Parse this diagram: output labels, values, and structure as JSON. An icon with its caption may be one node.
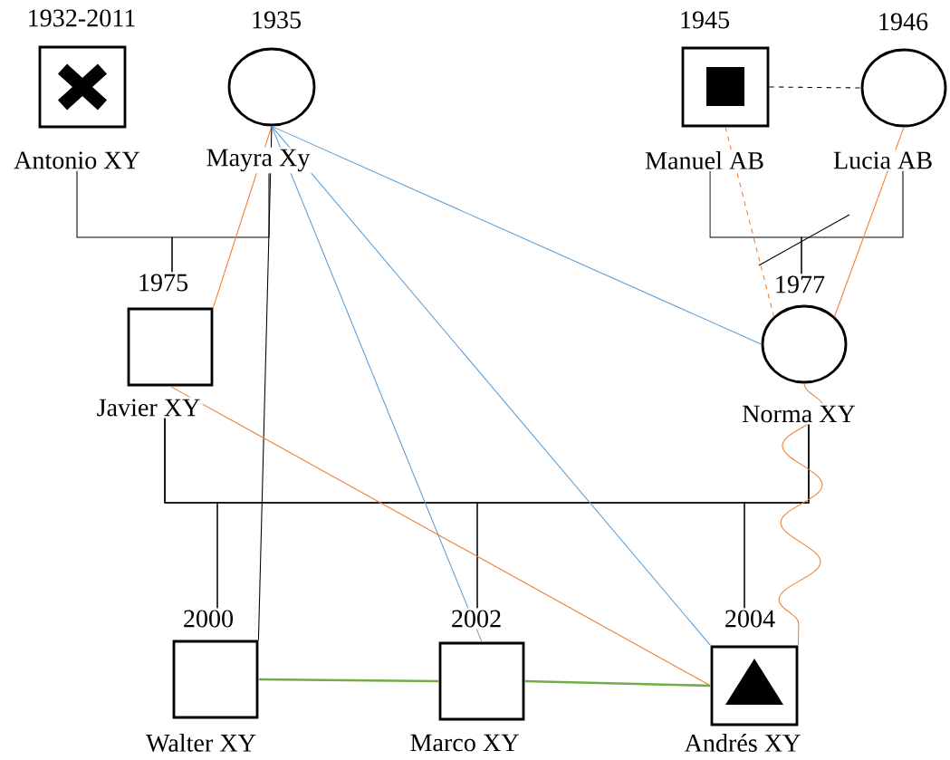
{
  "diagram": {
    "nodes": [
      {
        "text": [
          "1932-2011",
          "Antonio XY"
        ]
      },
      {
        "text": [
          "1935",
          "Mayra Xy"
        ]
      },
      {
        "text": [
          "1945",
          "Manuel AB"
        ]
      },
      {
        "text": [
          "1946",
          "Lucia AB"
        ]
      },
      {
        "text": [
          "1975",
          "Javier XY"
        ]
      },
      {
        "text": [
          "1977",
          "Norma XY"
        ]
      },
      {
        "text": [
          "2000",
          "Walter XY"
        ]
      },
      {
        "text": [
          "2002",
          "Marco XY"
        ]
      },
      {
        "text": [
          "2004",
          "Andrés XY"
        ]
      }
    ],
    "edges": [
      {
        "from": 2,
        "to": 3,
        "arrow": "none",
        "style": "dashed"
      },
      {
        "from": 0,
        "to": 4,
        "arrow": "none"
      },
      {
        "from": 1,
        "to": 4,
        "arrow": "none"
      },
      {
        "from": 2,
        "to": 5,
        "arrow": "none"
      },
      {
        "from": 3,
        "to": 5,
        "arrow": "none"
      },
      {
        "from": 4,
        "to": 6,
        "arrow": "none"
      },
      {
        "from": 4,
        "to": 7,
        "arrow": "none"
      },
      {
        "from": 4,
        "to": 8,
        "arrow": "none"
      },
      {
        "from": 5,
        "to": 6,
        "arrow": "none"
      },
      {
        "from": 5,
        "to": 7,
        "arrow": "none"
      },
      {
        "from": 5,
        "to": 8,
        "arrow": "none"
      },
      {
        "from": 1,
        "to": 4,
        "arrow": "none",
        "color": "#ed7d31"
      },
      {
        "from": 1,
        "to": 6,
        "arrow": "none"
      },
      {
        "from": 1,
        "to": 7,
        "arrow": "none",
        "color": "#5b9bd5"
      },
      {
        "from": 1,
        "to": 8,
        "arrow": "none",
        "color": "#5b9bd5"
      },
      {
        "from": 1,
        "to": 5,
        "arrow": "none",
        "color": "#5b9bd5"
      },
      {
        "from": 2,
        "to": 5,
        "arrow": "none",
        "style": "dashed",
        "color": "#ed7d31"
      },
      {
        "from": 3,
        "to": 5,
        "arrow": "none",
        "color": "#ed7d31"
      },
      {
        "from": 4,
        "to": 8,
        "arrow": "none",
        "color": "#ed7d31"
      },
      {
        "from": 5,
        "to": 8,
        "arrow": "none",
        "color": "#ed7d31"
      },
      {
        "from": 6,
        "to": 7,
        "arrow": "none",
        "style": "thick",
        "color": "#70ad47"
      },
      {
        "from": 7,
        "to": 8,
        "arrow": "none",
        "style": "thick",
        "color": "#70ad47"
      }
    ]
  }
}
